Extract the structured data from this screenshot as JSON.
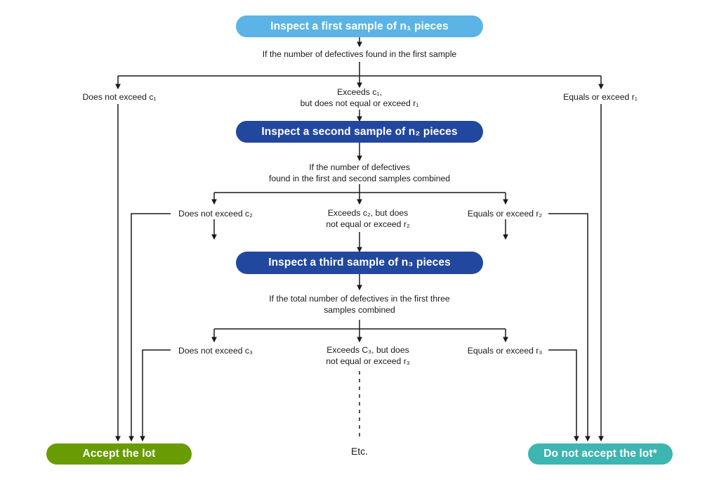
{
  "diagram": {
    "title": "Multiple sampling plan decision flowchart",
    "colors": {
      "start": "#5bb4e5",
      "step": "#22479e",
      "accept": "#699b03",
      "reject": "#3db5b0",
      "line": "#1a1a1a",
      "background": "#ffffff"
    },
    "nodes": {
      "first_sample": "Inspect a first sample of n₁ pieces",
      "second_sample": "Inspect a second sample of n₂ pieces",
      "third_sample": "Inspect a third sample of n₃ pieces",
      "accept": "Accept the lot",
      "reject": "Do not accept the lot*"
    },
    "conditions": {
      "first_header": "If the number of defectives found in the first sample",
      "second_header": "If the number of defectives\nfound in the first and second samples combined",
      "third_header": "If the total number of defectives in the first three\nsamples combined"
    },
    "branches": {
      "stage1": {
        "left": "Does not exceed c₁",
        "middle": "Exceeds c₁,\nbut does not equal or exceed r₁",
        "right": "Equals or exceed r₁"
      },
      "stage2": {
        "left": "Does not exceed c₂",
        "middle": "Exceeds c₂, but does\nnot equal or exceed r₂",
        "right": "Equals or exceed r₂"
      },
      "stage3": {
        "left": "Does not exceed c₃",
        "middle": "Exceeds C₃, but does\nnot equal or exceed r₃",
        "right": "Equals or exceed r₃"
      }
    },
    "continuation": "Etc."
  }
}
